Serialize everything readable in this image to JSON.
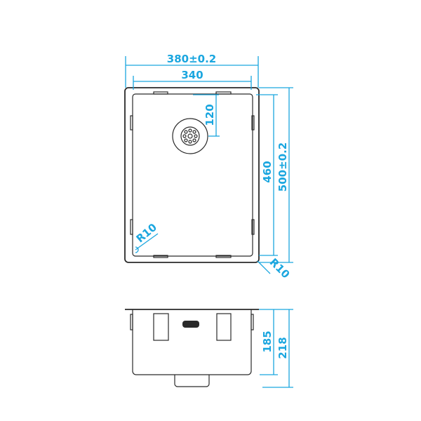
{
  "colors": {
    "dimension": "#1aa6df",
    "outline": "#2a2a2a"
  },
  "top_view": {
    "overall_width": "380±0.2",
    "inner_width": "340",
    "drain_offset": "120",
    "inner_length": "460",
    "overall_length": "500±0.2",
    "inner_radius": "R10",
    "outer_radius": "R10"
  },
  "side_view": {
    "bowl_depth": "185",
    "total_depth": "218"
  }
}
